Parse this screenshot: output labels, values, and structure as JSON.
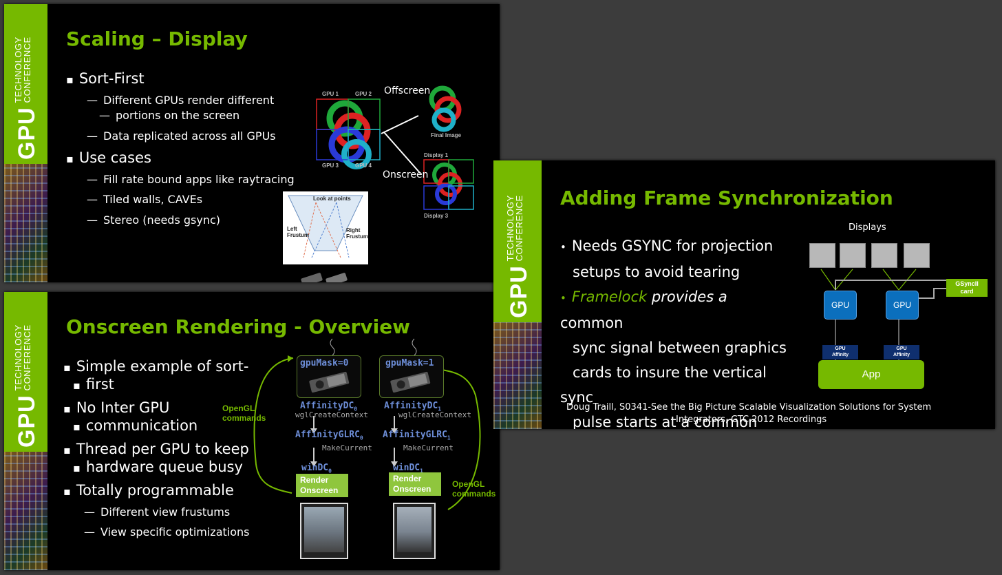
{
  "brand": {
    "gpu": "GPU",
    "line1": "TECHNOLOGY",
    "line2": "CONFERENCE"
  },
  "slide1": {
    "title": "Scaling – Display",
    "bullets": [
      {
        "text": "Sort-First",
        "sub": [
          "Different GPUs render different",
          "portions on the screen",
          "Data replicated across all GPUs"
        ]
      },
      {
        "text": "Use cases",
        "sub": [
          "Fill rate bound apps like raytracing",
          "Tiled walls, CAVEs",
          "Stereo (needs gsync)"
        ]
      }
    ],
    "figure": {
      "gpu_labels": [
        "GPU 1",
        "GPU 2",
        "GPU 3",
        "GPU 4"
      ],
      "offscreen": "Offscreen",
      "onscreen": "Onscreen",
      "final_image": "Final Image",
      "display1": "Display 1",
      "display3": "Display 3",
      "look_at": "Look at points",
      "left_frustum": "Left Frustum",
      "right_frustum": "Right Frustum"
    }
  },
  "slide2": {
    "title": "Onscreen Rendering - Overview",
    "bullets": [
      "Simple example of sort-",
      "first",
      "No Inter GPU",
      "communication",
      "Thread per GPU to keep",
      "hardware queue busy",
      "Totally programmable"
    ],
    "sub": [
      "Different view frustums",
      "View specific optimizations"
    ],
    "diagram": {
      "left": {
        "mask": "gpuMask=0",
        "dc": "AffinityDC",
        "dc_sub": "0",
        "create": "wglCreateContext",
        "glrc": "AffinityGLRC",
        "glrc_sub": "0",
        "make": "MakeCurrent",
        "win": "winDC",
        "win_sub": "0"
      },
      "right": {
        "mask": "gpuMask=1",
        "dc": "AffinityDC",
        "dc_sub": "1",
        "create": "wglCreateContext",
        "glrc": "AffinityGLRC",
        "glrc_sub": "1",
        "make": "MakeCurrent",
        "win": "winDC",
        "win_sub": "1"
      },
      "render1": "Render",
      "render2": "Onscreen",
      "opengl1": "OpenGL",
      "opengl2": "commands"
    }
  },
  "slide3": {
    "title": "Adding Frame Synchronization",
    "bullet1_a": "Needs GSYNC for projection",
    "bullet1_b": "setups to avoid tearing",
    "bullet2_framelock": "Framelock",
    "bullet2_provides": "provides a",
    "bullet2_rest": "common",
    "bullet2_l2": "sync signal between graphics",
    "bullet2_l3": "cards to insure the vertical sync",
    "bullet2_l4": "pulse starts at a common start.",
    "displays": "Displays",
    "gpu": "GPU",
    "gsync_a": "GSyncII",
    "gsync_b": "card",
    "aff_a": "GPU",
    "aff_b": "Affinity",
    "app": "App",
    "credit1": "Doug Traill, S0341-See the Big Picture Scalable Visualization Solutions for System",
    "credit2": "Integrators, GTC 2012 Recordings"
  },
  "colors": {
    "accent": "#76b900",
    "gpu_blue": "#0b6fbd"
  }
}
